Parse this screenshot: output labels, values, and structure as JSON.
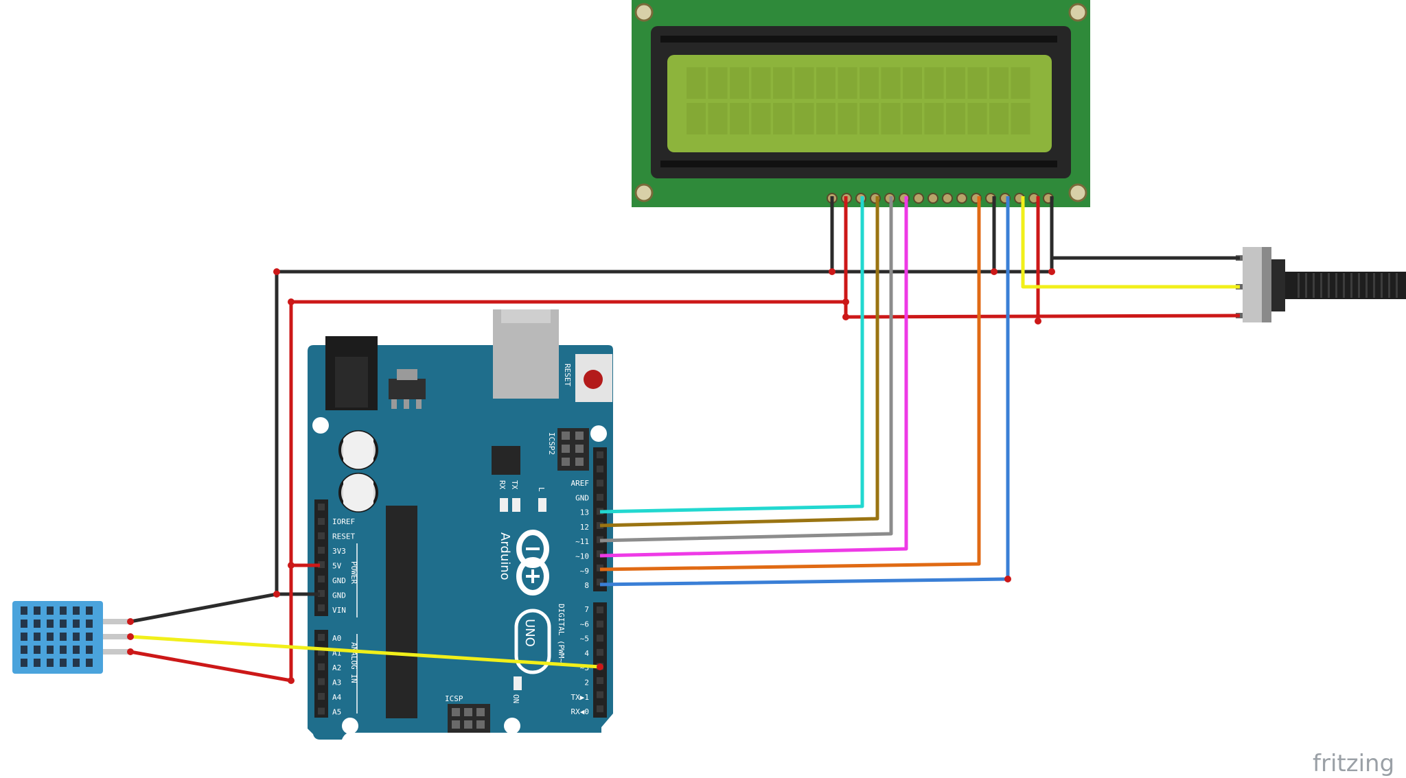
{
  "brand": {
    "watermark": "fritzing"
  },
  "arduino": {
    "reset_label": "RESET",
    "icsp2_label": "ICSP2",
    "icsp_label": "ICSP",
    "tx_label": "TX",
    "rx_label": "RX",
    "l_label": "L",
    "on_label": "ON",
    "arduino_label": "Arduino",
    "uno_label": "UNO",
    "power_label": "POWER",
    "analog_label": "ANALOG IN",
    "digital_label": "DIGITAL (PWM~)",
    "power_pins": [
      "IOREF",
      "RESET",
      "3V3",
      "5V",
      "GND",
      "GND",
      "VIN"
    ],
    "analog_pins": [
      "A0",
      "A1",
      "A2",
      "A3",
      "A4",
      "A5"
    ],
    "digital_upper_pins": [
      "AREF",
      "GND",
      "13",
      "12",
      "~11",
      "~10",
      "~9",
      "8"
    ],
    "digital_lower_pins": [
      "7",
      "~6",
      "~5",
      "4",
      "~3",
      "2",
      "TX▶1",
      "RX◀0"
    ]
  },
  "colors": {
    "board": "#1f6e8c",
    "lcd_pcb": "#2f8a3a",
    "lcd_glass": "#8db43c",
    "wire_black": "#2b2b2b",
    "wire_red": "#cc1818",
    "wire_cyan": "#22d8d0",
    "wire_brown": "#9a7412",
    "wire_gray": "#8c8c8c",
    "wire_magenta": "#ee3ae6",
    "wire_orange": "#e06a14",
    "wire_blue": "#3a7fd6",
    "wire_yellow": "#f1ef1a",
    "sensor": "#4aa3dc"
  }
}
